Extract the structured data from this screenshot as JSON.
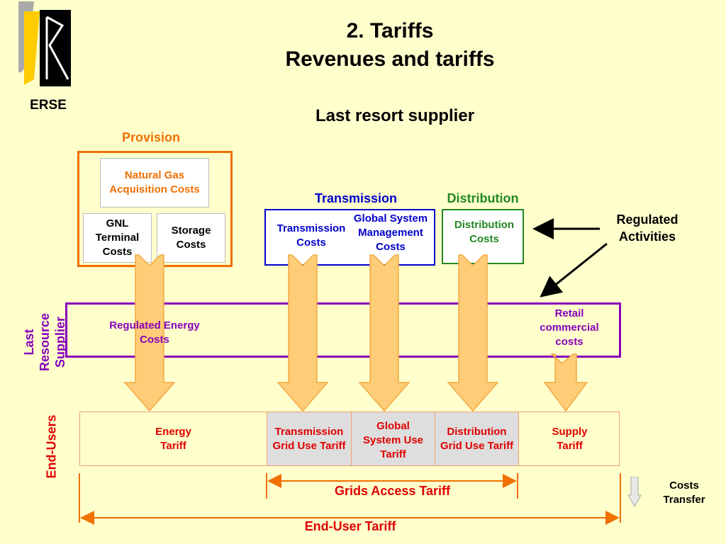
{
  "header": {
    "logo_text": "ERSE",
    "title_line1": "2. Tariffs",
    "title_line2": "Revenues and tariffs",
    "subtitle": "Last resort supplier"
  },
  "provision": {
    "heading": "Provision",
    "natural_gas": "Natural Gas Acquisition Costs",
    "gnl": "GNL Terminal Costs",
    "storage": "Storage Costs"
  },
  "transmission": {
    "heading": "Transmission",
    "transmission_costs": "Transmission Costs",
    "gsm_costs": "Global System Management Costs"
  },
  "distribution": {
    "heading": "Distribution",
    "distribution_costs": "Distribution Costs"
  },
  "regulated_activities": "Regulated Activities",
  "supplier": {
    "side_label": "Last Resource Supplier",
    "regulated_energy_costs": "Regulated Energy Costs",
    "retail_costs": "Retail commercial costs"
  },
  "end_users": {
    "side_label": "End-Users",
    "energy_tariff": "Energy Tariff",
    "transmission_tariff": "Transmission Grid Use Tariff",
    "gsm_tariff": "Global System Use Tariff",
    "distribution_tariff": "Distribution Grid Use Tariff",
    "supply_tariff": "Supply Tariff"
  },
  "grids_access_tariff": "Grids Access Tariff",
  "end_user_tariff": "End-User Tariff",
  "legend": {
    "costs_transfer": "Costs Transfer"
  },
  "colors": {
    "background": "#ffffcc",
    "provision": "#f07000",
    "transmission": "#0000cc",
    "distribution": "#228822",
    "supplier": "#8800bb",
    "tariff_red": "#e00000",
    "arrow_fill": "#ffcc77"
  }
}
